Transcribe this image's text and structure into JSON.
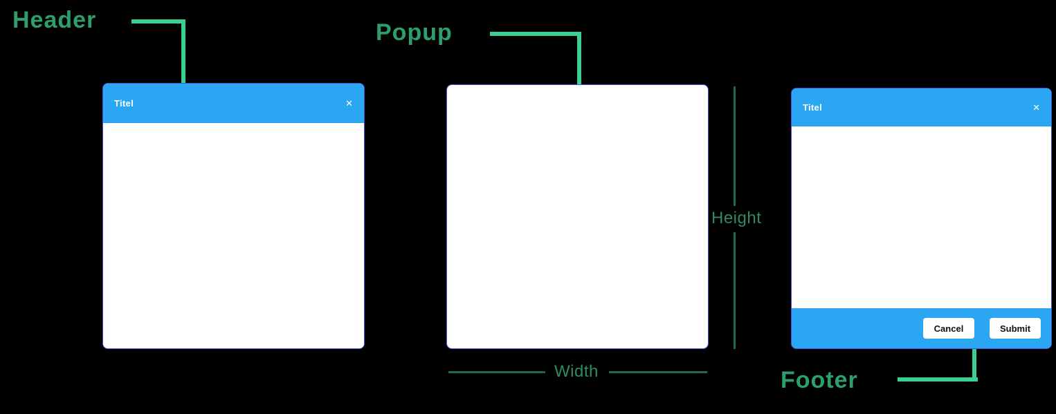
{
  "annotations": {
    "header": "Header",
    "popup": "Popup",
    "footer": "Footer",
    "height": "Height",
    "width": "Width"
  },
  "popups": {
    "header_example": {
      "title": "Titel",
      "close_icon": "✕"
    },
    "footer_example": {
      "title": "Titel",
      "close_icon": "✕",
      "cancel_label": "Cancel",
      "submit_label": "Submit"
    }
  },
  "colors": {
    "background": "#000000",
    "header_blue": "#2BA6F2",
    "annotation_green": "#2E9E6B",
    "connector_green": "#3BCF92",
    "measure_green": "#2E8C5F",
    "measure_line": "#206B4D",
    "popup_border": "#4353D9",
    "popup_bg": "#FFFFFF",
    "button_text": "#111111"
  }
}
